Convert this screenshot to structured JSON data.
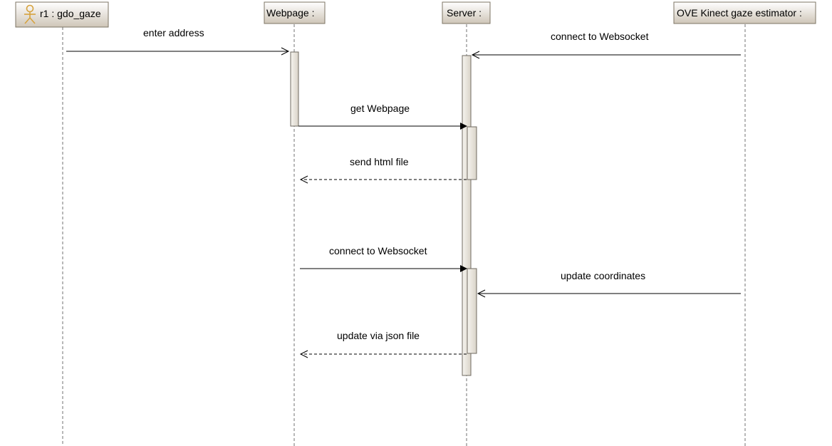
{
  "colors": {
    "header_fill_top": "#ffffff",
    "header_fill_bottom": "#cfc6b8",
    "header_border": "#7d7464",
    "actor_icon": "#d6a23d",
    "lifeline": "#707070",
    "activation_fill": "#e8e4dc",
    "activation_border": "#6f6a60",
    "message_line": "#000000"
  },
  "lifelines": [
    {
      "id": "actor",
      "label": "r1 : gdo_gaze",
      "icon": "actor-stick-figure-icon"
    },
    {
      "id": "webpage",
      "label": "Webpage :"
    },
    {
      "id": "server",
      "label": "Server :"
    },
    {
      "id": "kinect",
      "label": "OVE Kinect gaze estimator :"
    }
  ],
  "messages": [
    {
      "from": "actor",
      "to": "webpage",
      "label": "enter address",
      "style": "open-arrow"
    },
    {
      "from": "kinect",
      "to": "server",
      "label": "connect to Websocket",
      "style": "open-arrow"
    },
    {
      "from": "webpage",
      "to": "server",
      "label": "get Webpage",
      "style": "filled-arrow"
    },
    {
      "from": "server",
      "to": "webpage",
      "label": "send html file",
      "style": "dashed-return"
    },
    {
      "from": "webpage",
      "to": "server",
      "label": "connect to Websocket",
      "style": "filled-arrow"
    },
    {
      "from": "kinect",
      "to": "server",
      "label": "update coordinates",
      "style": "open-arrow"
    },
    {
      "from": "server",
      "to": "webpage",
      "label": "update via json file",
      "style": "dashed-return"
    }
  ]
}
